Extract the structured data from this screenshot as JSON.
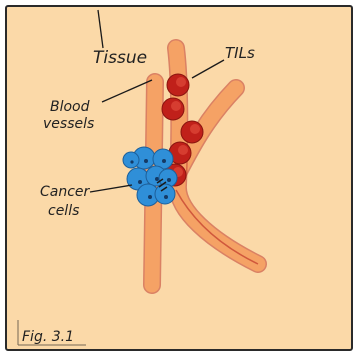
{
  "labels": {
    "tissue": "Tissue",
    "tils": "TILs",
    "blood_vessels_line1": "Blood",
    "blood_vessels_line2": "vessels",
    "cancer_cells_line1": "Cancer",
    "cancer_cells_line2": "cells",
    "figure": "Fig. 3.1"
  },
  "colors": {
    "background": "#fbd9a8",
    "border": "#2a2a2a",
    "vessel_fill": "#f5a265",
    "vessel_edge": "#c0392b",
    "til_fill": "#c0201a",
    "til_highlight": "#e04a3a",
    "cancer_fill": "#2f8fd8",
    "cancer_nucleus": "#143a66"
  },
  "legend_counts": {
    "tils_shown": 5,
    "cancer_cells_shown": 8
  }
}
